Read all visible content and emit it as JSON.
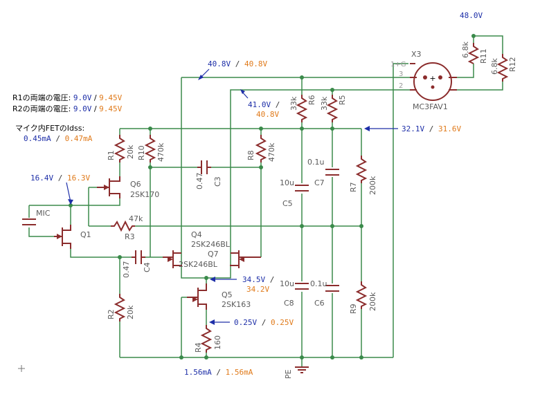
{
  "colors": {
    "wire": "#3a8a4a",
    "component": "#8b2c2c",
    "label": "#5a5a5a",
    "measured_blue": "#1e2fa8",
    "calculated_orange": "#e07a1a"
  },
  "notes": {
    "r1_label": "R1の両端の電圧:",
    "r1_v1": "9.0V",
    "r1_v2": "9.45V",
    "r2_label": "R2の両端の電圧:",
    "r2_v1": "9.0V",
    "r2_v2": "9.45V",
    "idss_label": "マイク内FETのIdss:",
    "idss_v1": "0.45mA",
    "idss_v2": "0.47mA"
  },
  "measurements": {
    "supply": "48.0V",
    "top_rail_1": "40.8V",
    "top_rail_2": "40.8V",
    "q7_drain_1": "41.0V",
    "q7_drain_2": "40.8V",
    "bias_1": "32.1V",
    "bias_2": "31.6V",
    "q6_1": "16.4V",
    "q6_2": "16.3V",
    "q5_drain_1": "34.5V",
    "q5_drain_2": "34.2V",
    "q5_source_1": "0.25V",
    "q5_source_2": "0.25V",
    "current_1": "1.56mA",
    "current_2": "1.56mA"
  },
  "components": {
    "mic": "MIC",
    "q1": "Q1",
    "r1": "R1",
    "r1_val": "20k",
    "r10": "R10",
    "r10_val": "470k",
    "q6": "Q6",
    "q6_part": "2SK170",
    "r3": "R3",
    "r3_val": "47k",
    "c3": "C3",
    "c3_val": "0.47",
    "r8": "R8",
    "r8_val": "470k",
    "q4": "Q4",
    "q4_part": "2SK246BL",
    "q7": "Q7",
    "q7_part": "2SK246BL",
    "c4": "C4",
    "c4_val": "0.47",
    "q5": "Q5",
    "q5_part": "2SK163",
    "r2": "R2",
    "r2_val": "20k",
    "r4": "R4",
    "r4_val": "160",
    "r6": "R6",
    "r6_val": "33k",
    "r5": "R5",
    "r5_val": "33k",
    "c5": "C5",
    "c5_val": "10u",
    "c7": "C7",
    "c7_val": "0.1u",
    "r7": "R7",
    "r7_val": "200k",
    "c8": "C8",
    "c8_val": "10u",
    "c6": "C6",
    "c6_val": "0.1u",
    "r9": "R9",
    "r9_val": "200k",
    "pe": "PE",
    "x3": "X3",
    "x3_part": "MC3FAV1",
    "pin1g": "1+G",
    "pin3": "3",
    "pin2": "2",
    "r11": "R11",
    "r11_val": "6.8k",
    "r12": "R12",
    "r12_val": "6.8k"
  },
  "separator": "/"
}
